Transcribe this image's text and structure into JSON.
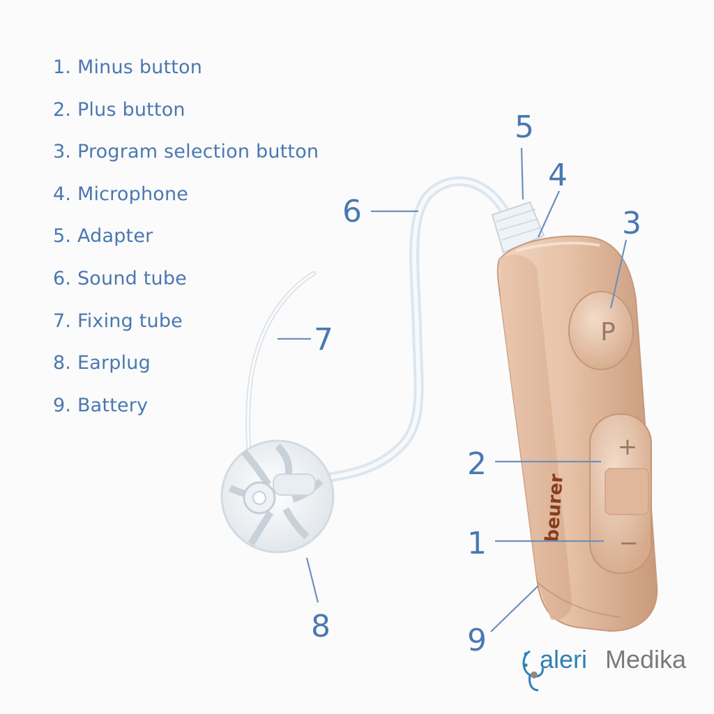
{
  "legend": {
    "items": [
      "1. Minus button",
      "2. Plus button",
      "3. Program selection button",
      "4. Microphone",
      "5. Adapter",
      "6. Sound tube",
      "7. Fixing tube",
      "8. Earplug",
      "9. Battery"
    ]
  },
  "callouts": {
    "n1": "1",
    "n2": "2",
    "n3": "3",
    "n4": "4",
    "n5": "5",
    "n6": "6",
    "n7": "7",
    "n8": "8",
    "n9": "9"
  },
  "device": {
    "brand": "beurer",
    "program_button_glyph": "P",
    "plus_glyph": "+",
    "minus_glyph": "−"
  },
  "watermark": {
    "part_a": "aleri",
    "part_b": "Medika"
  },
  "colors": {
    "label_blue": "#4a78b0",
    "device_body": "#e7c4aa",
    "brand_print": "#8a3c1e"
  }
}
